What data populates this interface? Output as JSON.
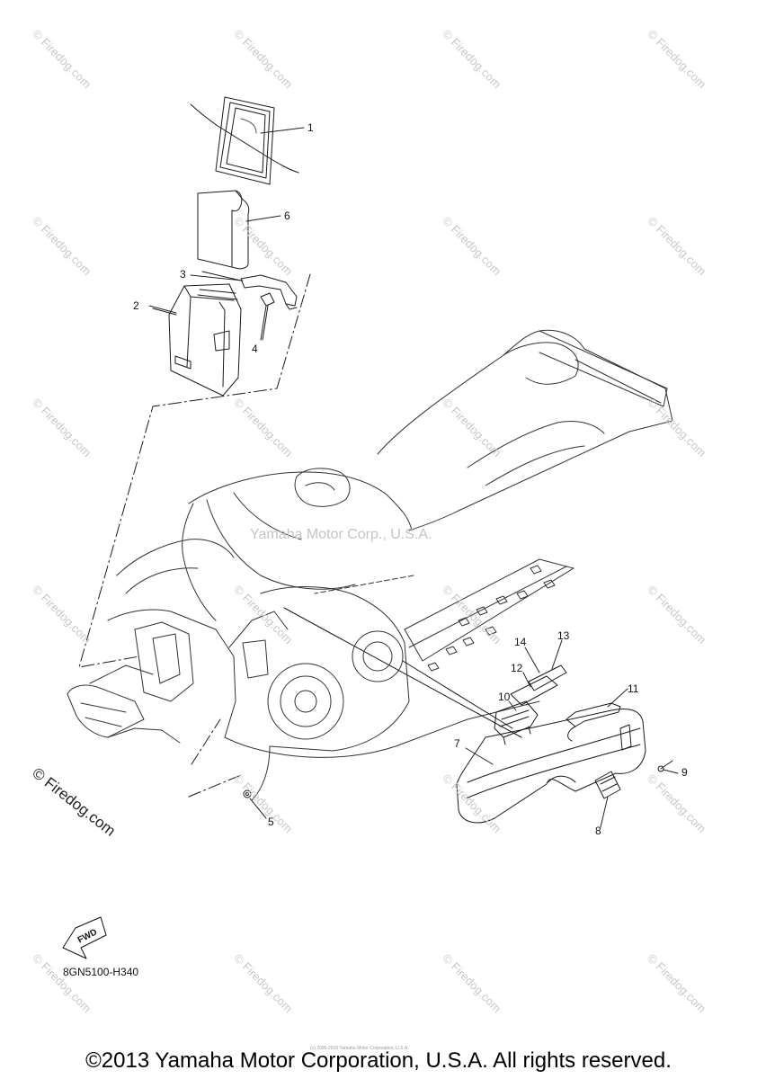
{
  "watermark_text": "© Firedog.com",
  "center_watermark": "Yamaha Motor Corp., U.S.A.",
  "side_watermark": "© Firedog.com",
  "diagram_code": "8GN5100-H340",
  "fwd_label": "FWD",
  "fine_print": "(c) 2005-2016 Yamaha Motor Corporation, U.S.A.",
  "copyright": "©2013 Yamaha Motor Corporation, U.S.A. All rights reserved.",
  "callouts": [
    {
      "label": "1"
    },
    {
      "label": "6"
    },
    {
      "label": "3"
    },
    {
      "label": "2"
    },
    {
      "label": "4"
    },
    {
      "label": "14"
    },
    {
      "label": "13"
    },
    {
      "label": "12"
    },
    {
      "label": "10"
    },
    {
      "label": "11"
    },
    {
      "label": "7"
    },
    {
      "label": "9"
    },
    {
      "label": "5"
    },
    {
      "label": "8"
    }
  ],
  "colors": {
    "line": "#1a1a1a",
    "watermark": "#c8c8c8"
  }
}
